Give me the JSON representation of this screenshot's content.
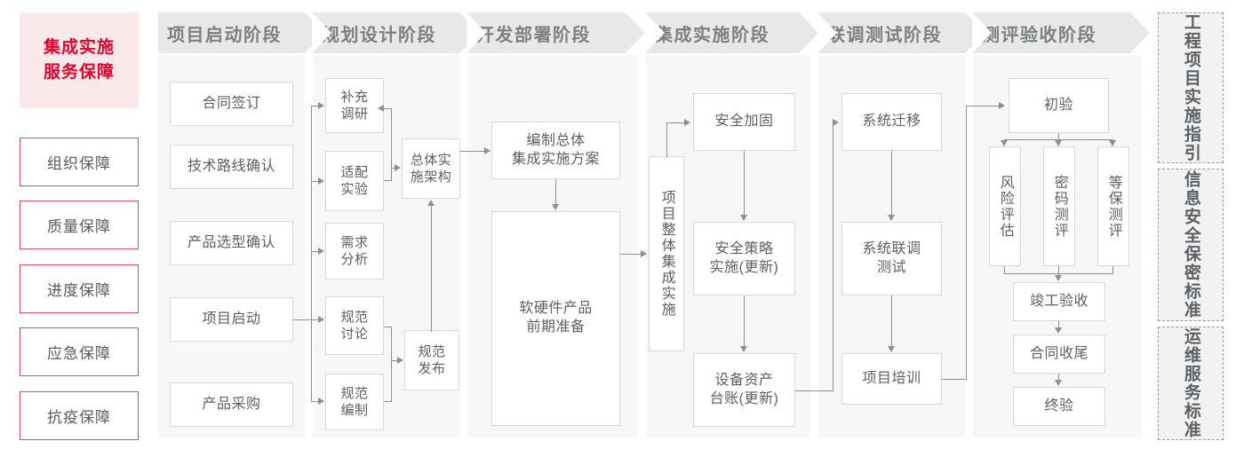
{
  "left_panel": {
    "title": "集成实施\n服务保障",
    "title_line1": "集成实施",
    "title_line2": "服务保障",
    "guarantees": [
      {
        "label": "组织保障"
      },
      {
        "label": "质量保障"
      },
      {
        "label": "进度保障"
      },
      {
        "label": "应急保障"
      },
      {
        "label": "抗疫保障"
      }
    ],
    "accent_color": "#e3032b",
    "bg_color": "#fbe8eb",
    "border_color": "#e04a5c"
  },
  "phases": [
    {
      "id": "startup",
      "header": "项目启动阶段",
      "nodes": [
        {
          "label": "合同签订"
        },
        {
          "label": "技术路线确认"
        },
        {
          "label": "产品选型确认"
        },
        {
          "label": "项目启动"
        },
        {
          "label": "产品采购"
        }
      ]
    },
    {
      "id": "planning",
      "header": "规划设计阶段",
      "nodes": [
        {
          "label": "补充\n调研",
          "l1": "补充",
          "l2": "调研"
        },
        {
          "label": "适配\n实验",
          "l1": "适配",
          "l2": "实验"
        },
        {
          "label": "需求\n分析",
          "l1": "需求",
          "l2": "分析"
        },
        {
          "label": "规范\n讨论",
          "l1": "规范",
          "l2": "讨论"
        },
        {
          "label": "规范\n编制",
          "l1": "规范",
          "l2": "编制"
        },
        {
          "label": "总体实\n施架构",
          "l1": "总体实",
          "l2": "施架构"
        },
        {
          "label": "规范\n发布",
          "l1": "规范",
          "l2": "发布"
        }
      ]
    },
    {
      "id": "develop",
      "header": "开发部署阶段",
      "nodes": [
        {
          "label": "编制总体\n集成实施方案",
          "l1": "编制总体",
          "l2": "集成实施方案"
        },
        {
          "label": "软硬件产品\n前期准备",
          "l1": "软硬件产品",
          "l2": "前期准备"
        }
      ]
    },
    {
      "id": "integration",
      "header": "集成实施阶段",
      "nodes": [
        {
          "label": "项目整体集成实施"
        },
        {
          "label": "安全加固"
        },
        {
          "label": "安全策略\n实施(更新)",
          "l1": "安全策略",
          "l2": "实施(更新)"
        },
        {
          "label": "设备资产\n台账(更新)",
          "l1": "设备资产",
          "l2": "台账(更新)"
        }
      ]
    },
    {
      "id": "joint-test",
      "header": "联调测试阶段",
      "nodes": [
        {
          "label": "系统迁移"
        },
        {
          "label": "系统联调\n测试",
          "l1": "系统联调",
          "l2": "测试"
        },
        {
          "label": "项目培训"
        }
      ]
    },
    {
      "id": "acceptance",
      "header": "测评验收阶段",
      "nodes": [
        {
          "label": "初验"
        },
        {
          "label": "风险评估"
        },
        {
          "label": "密码测评"
        },
        {
          "label": "等保测评"
        },
        {
          "label": "竣工验收"
        },
        {
          "label": "合同收尾"
        },
        {
          "label": "终验"
        }
      ]
    }
  ],
  "standards": [
    {
      "label": "工程项目实施指引",
      "col_right": "程目施引",
      "col_left": "工项实指"
    },
    {
      "label": "信息安全保密标准",
      "col_right": "息全密准",
      "col_left": "信安保标"
    },
    {
      "label": "运维服务标准",
      "col_right": "维务准",
      "col_left": "运服标"
    }
  ],
  "colors": {
    "node_border": "#d8d8d8",
    "node_text": "#5c6063",
    "phase_head_bg": "#e8e8e8",
    "phase_head_text": "#7c8083",
    "phase_body_bg": "#f7f7f7",
    "connector": "#8d9093",
    "standards_bg": "#f2f2f2",
    "standards_border": "#9a9a9a"
  }
}
